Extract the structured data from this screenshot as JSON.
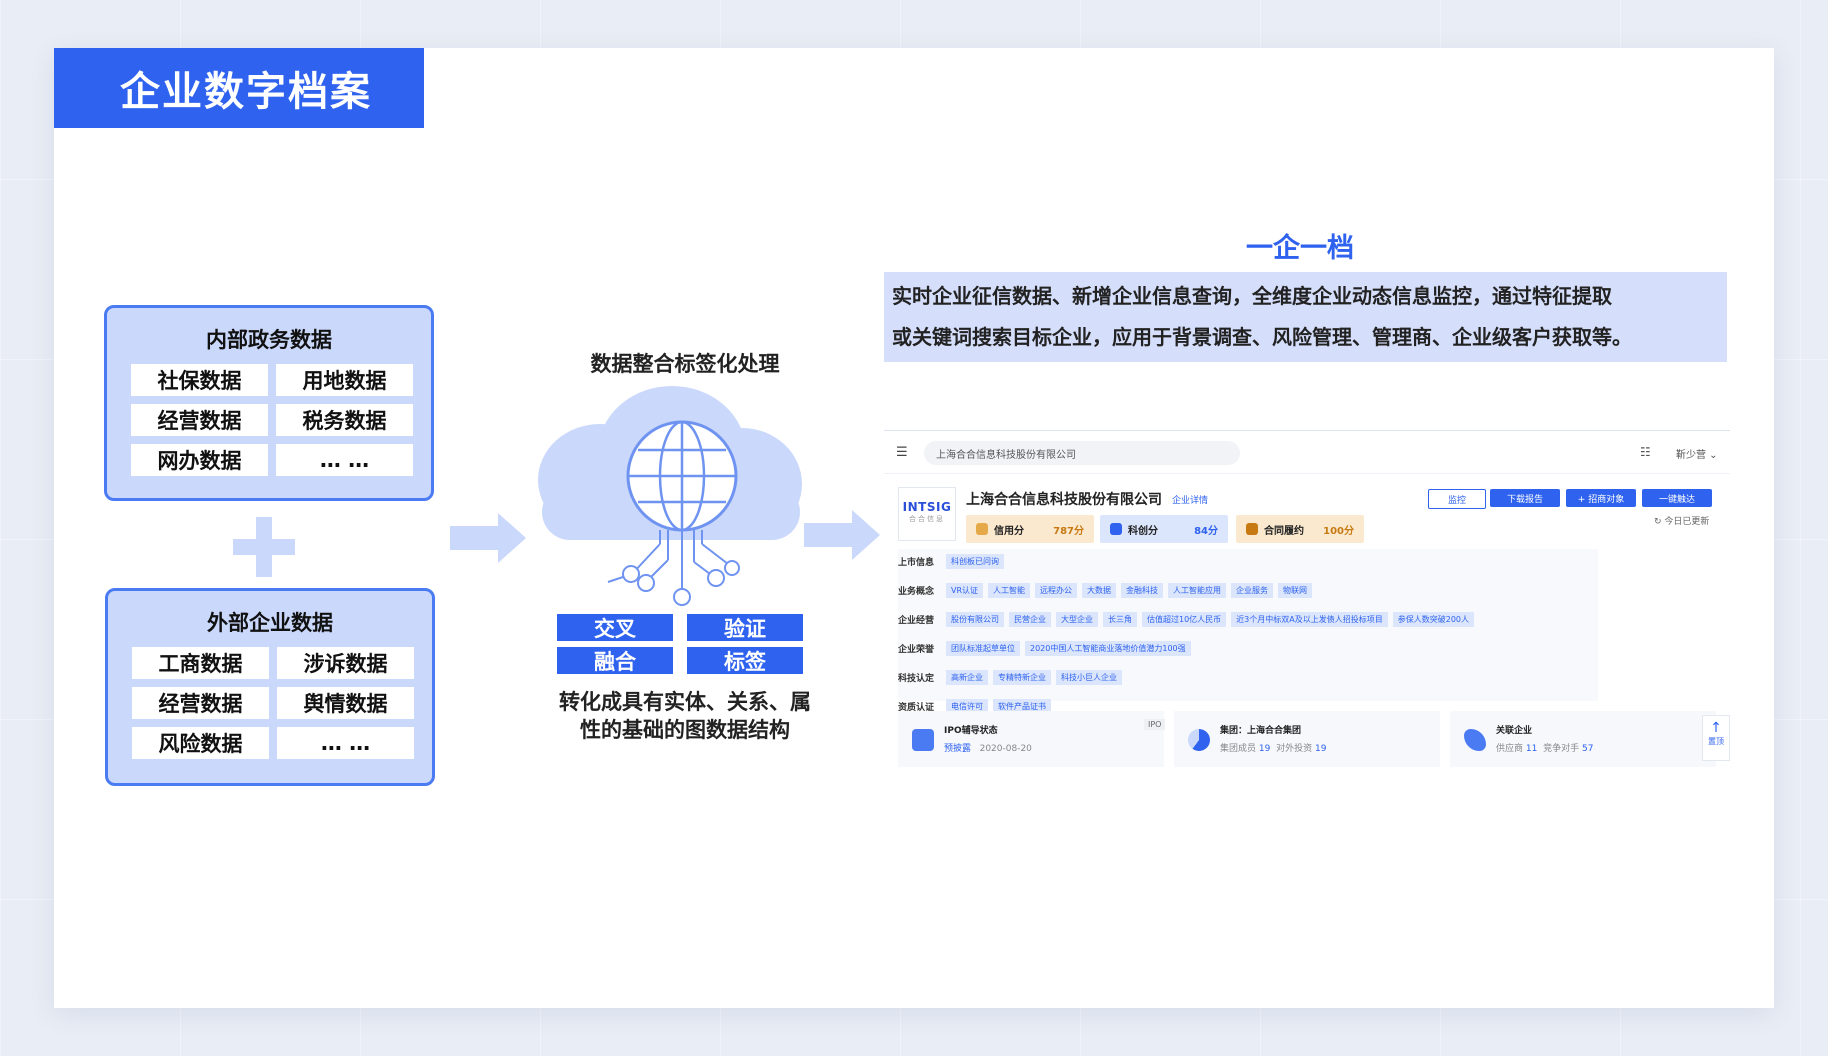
{
  "page_title": "企业数字档案",
  "internal": {
    "heading": "内部政务数据",
    "cells": [
      "社保数据",
      "用地数据",
      "经营数据",
      "税务数据",
      "网办数据",
      "… …"
    ]
  },
  "external": {
    "heading": "外部企业数据",
    "cells": [
      "工商数据",
      "涉诉数据",
      "经营数据",
      "舆情数据",
      "风险数据",
      "… …"
    ]
  },
  "process": {
    "title": "数据整合标签化处理",
    "tags": [
      "交叉",
      "验证",
      "融合",
      "标签"
    ],
    "caption_line1": "转化成具有实体、关系、属",
    "caption_line2": "性的基础的图数据结构"
  },
  "right": {
    "title": "一企一档",
    "desc_line1": "实时企业征信数据、新增企业信息查询，全维度企业动态信息监控，通过特征提取",
    "desc_line2": "或关键词搜索目标企业，应用于背景调查、风险管理、管理商、企业级客户获取等。"
  },
  "panel": {
    "search_text": "上海合合信息科技股份有限公司",
    "user": "靳少营",
    "logo_text": "INTSIG",
    "logo_sub": "合合信息",
    "company_name": "上海合合信息科技股份有限公司",
    "company_link": "企业详情",
    "scores": [
      {
        "name": "信用分",
        "value": "787分"
      },
      {
        "name": "科创分",
        "value": "84分"
      },
      {
        "name": "合同履约",
        "value": "100分"
      }
    ],
    "buttons": [
      "监控",
      "下载报告",
      "+ 招商对象",
      "一键触达"
    ],
    "updated": "今日已更新",
    "rows": [
      {
        "label": "上市信息",
        "chips": [
          "科创板已问询"
        ]
      },
      {
        "label": "业务概念",
        "chips": [
          "VR认证",
          "人工智能",
          "远程办公",
          "大数据",
          "金融科技",
          "人工智能应用",
          "企业服务",
          "物联网"
        ]
      },
      {
        "label": "企业经营",
        "chips": [
          "股份有限公司",
          "民营企业",
          "大型企业",
          "长三角",
          "估值超过10亿人民币",
          "近3个月中标双A及以上发债人招投标项目",
          "参保人数突破200人"
        ]
      },
      {
        "label": "企业荣誉",
        "chips": [
          "团队标准起草单位",
          "2020中国人工智能商业落地价值潜力100强"
        ]
      },
      {
        "label": "科技认定",
        "chips": [
          "高新企业",
          "专精特新企业",
          "科技小巨人企业"
        ]
      },
      {
        "label": "资质认证",
        "chips": [
          "电信许可",
          "软件产品证书"
        ]
      }
    ],
    "bottom": [
      {
        "title": "IPO辅导状态",
        "sub_a": "预披露",
        "sub_b": "2020-08-20",
        "badge": "IPO"
      },
      {
        "title": "集团：上海合合集团",
        "sub_a": "集团成员",
        "num_a": "19",
        "sub_b": "对外投资",
        "num_b": "19"
      },
      {
        "title": "关联企业",
        "sub_a": "供应商",
        "num_a": "11",
        "sub_b": "竞争对手",
        "num_b": "57"
      }
    ],
    "top_button": "置顶"
  },
  "colors": {
    "primary": "#2e62ef",
    "light_blue": "#c9d8fb",
    "desc_bg": "#d5defa"
  }
}
